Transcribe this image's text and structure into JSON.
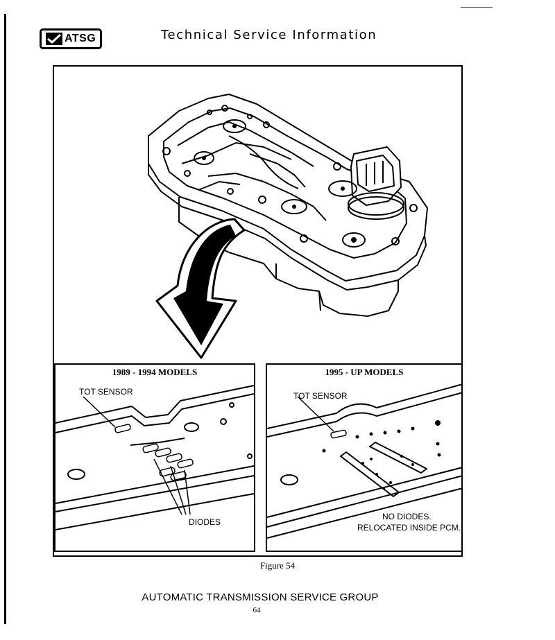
{
  "header": {
    "logo_text": "ATSG",
    "logo_icon": "checkmark-icon",
    "title": "Technical Service Information"
  },
  "figure": {
    "caption": "Figure 54",
    "panels": [
      {
        "title": "1989 - 1994 MODELS",
        "callouts": [
          "TOT SENSOR",
          "DIODES"
        ]
      },
      {
        "title": "1995 - UP MODELS",
        "callouts": [
          "TOT SENSOR",
          "NO DIODES.",
          "RELOCATED INSIDE PCM."
        ]
      }
    ]
  },
  "footer": {
    "organization": "AUTOMATIC TRANSMISSION SERVICE GROUP",
    "page_number": "64"
  }
}
